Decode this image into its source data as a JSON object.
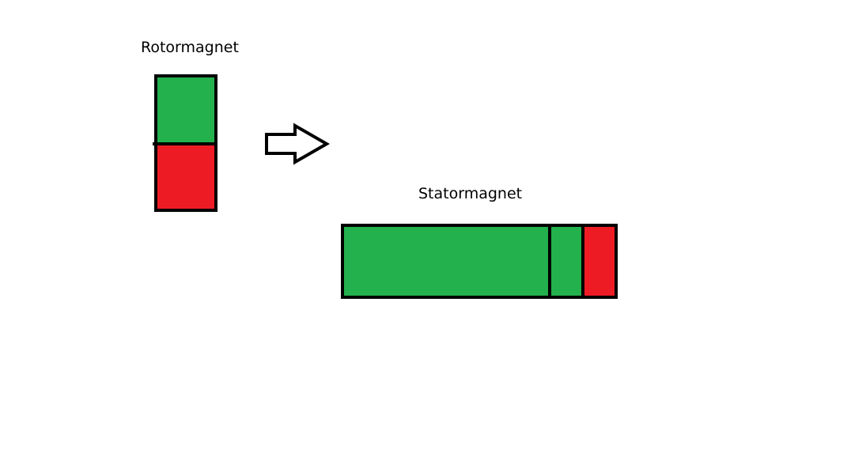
{
  "labels": {
    "rotor": "Rotormagnet",
    "stator": "Statormagnet"
  },
  "colors": {
    "north_green": "#23b14d",
    "south_red": "#ed1c24",
    "outline": "#000000",
    "arrow_fill": "#ffffff"
  },
  "rotor_magnet": {
    "segments": [
      "north_green",
      "south_red"
    ]
  },
  "stator_magnet": {
    "segments": [
      "north_green",
      "north_green",
      "south_red"
    ]
  },
  "arrow": {
    "direction": "right"
  }
}
